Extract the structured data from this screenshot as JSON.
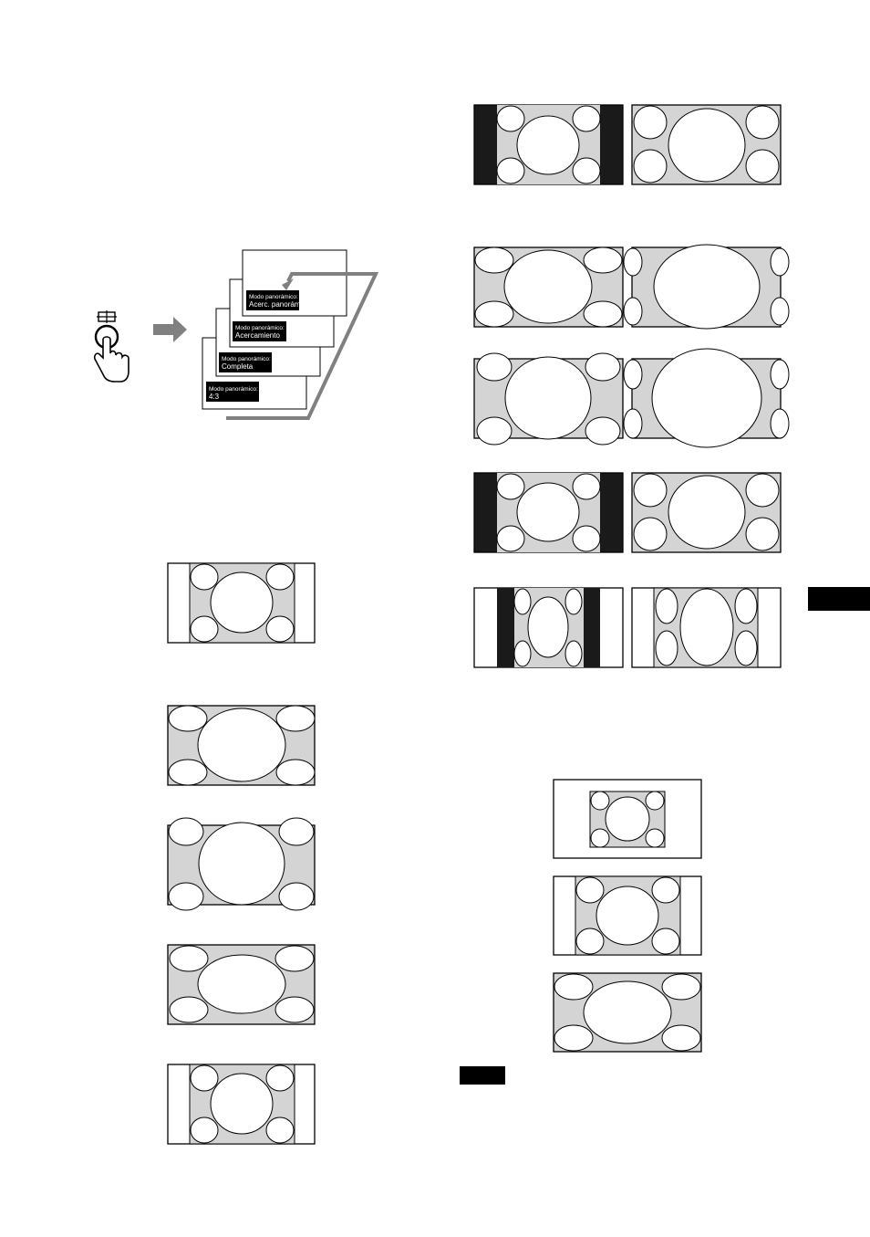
{
  "remote": {
    "button_icon": "wide-mode-button-icon",
    "hand_icon": "pointing-hand-icon",
    "arrow_icon": "right-arrow-icon",
    "cycle_arrow_icon": "cycle-return-arrow-icon"
  },
  "osd_cards": [
    {
      "title": "Modo panorámico:",
      "value": "Acerc. panorám."
    },
    {
      "title": "Modo panorámico:",
      "value": "Acercamiento"
    },
    {
      "title": "Modo panorámico:",
      "value": "Completa"
    },
    {
      "title": "Modo panorámico:",
      "value": "4:3"
    }
  ],
  "colors": {
    "panel_gray": "#d4d4d4",
    "black_bar": "#1a1a1a",
    "outline": "#000000",
    "arrow_gray": "#808080"
  }
}
